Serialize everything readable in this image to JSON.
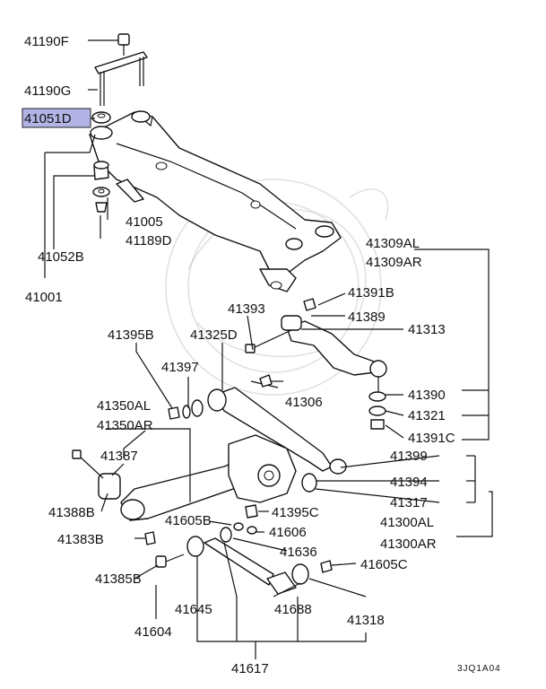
{
  "labels": {
    "p41190F": "41190F",
    "p41190G": "41190G",
    "p41051D": "41051D",
    "p41005": "41005",
    "p41189D": "41189D",
    "p41052B": "41052B",
    "p41001": "41001",
    "p41309AL": "41309AL",
    "p41309AR": "41309AR",
    "p41391B": "41391B",
    "p41393": "41393",
    "p41389": "41389",
    "p41395B": "41395B",
    "p41325D": "41325D",
    "p41313": "41313",
    "p41397": "41397",
    "p41306": "41306",
    "p41390": "41390",
    "p41350AL": "41350AL",
    "p41350AR": "41350AR",
    "p41321": "41321",
    "p41391C": "41391C",
    "p41387": "41387",
    "p41399": "41399",
    "p41394": "41394",
    "p41317": "41317",
    "p41388B": "41388B",
    "p41395C": "41395C",
    "p41605B": "41605B",
    "p41300AL": "41300AL",
    "p41383B": "41383B",
    "p41606": "41606",
    "p41300AR": "41300AR",
    "p41636": "41636",
    "p41605C": "41605C",
    "p41385B": "41385B",
    "p41645": "41645",
    "p41688": "41688",
    "p41318": "41318",
    "p41604": "41604",
    "p41617": "41617"
  },
  "highlighted_part": "41051D",
  "diagram_code": "3JQ1A04",
  "colors": {
    "highlight": "#b3b3e6",
    "line": "#111111",
    "watermark": "#c9c9c9"
  }
}
